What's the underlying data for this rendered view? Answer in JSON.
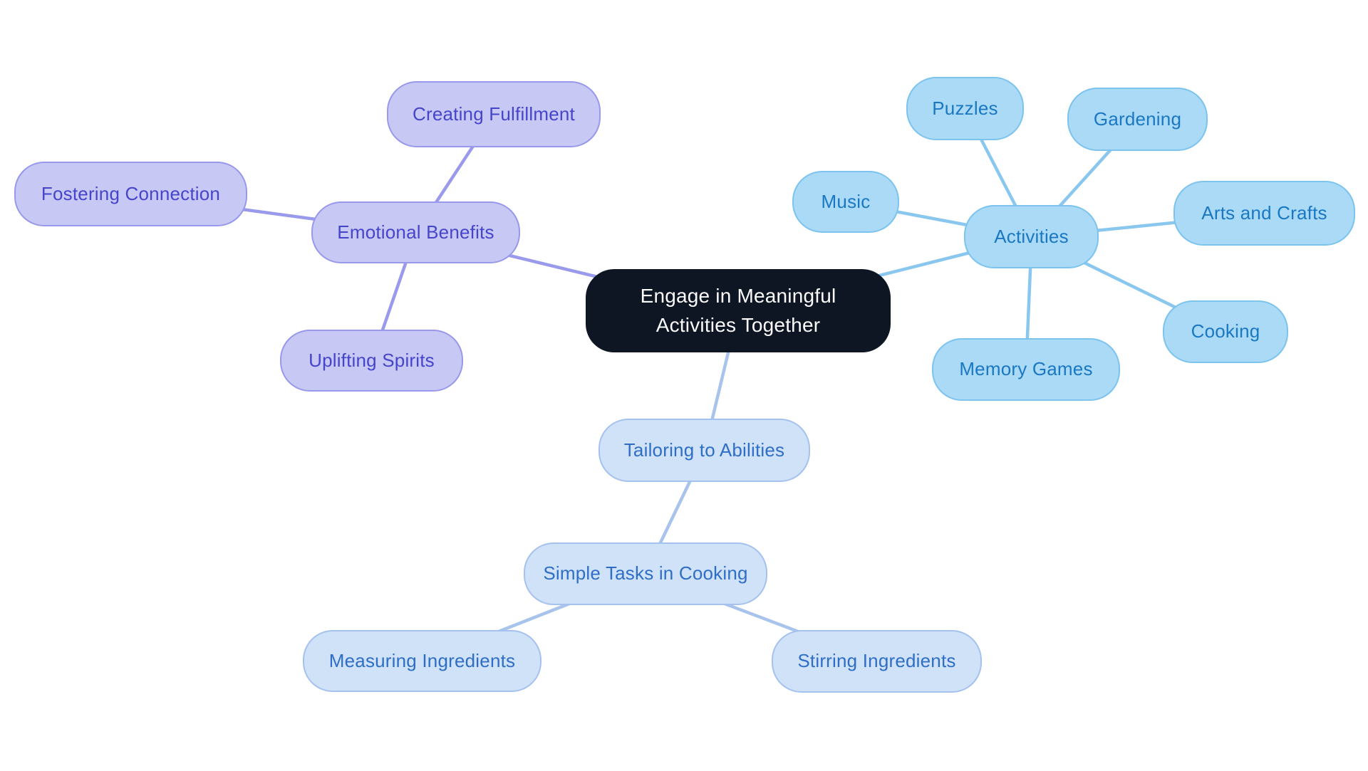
{
  "mindmap": {
    "central": {
      "label": "Engage in Meaningful Activities Together"
    },
    "branches": {
      "emotional_benefits": {
        "label": "Emotional Benefits",
        "children": {
          "creating_fulfillment": {
            "label": "Creating Fulfillment"
          },
          "fostering_connection": {
            "label": "Fostering Connection"
          },
          "uplifting_spirits": {
            "label": "Uplifting Spirits"
          }
        }
      },
      "activities": {
        "label": "Activities",
        "children": {
          "puzzles": {
            "label": "Puzzles"
          },
          "gardening": {
            "label": "Gardening"
          },
          "music": {
            "label": "Music"
          },
          "arts_and_crafts": {
            "label": "Arts and Crafts"
          },
          "cooking": {
            "label": "Cooking"
          },
          "memory_games": {
            "label": "Memory Games"
          }
        }
      },
      "tailoring_to_abilities": {
        "label": "Tailoring to Abilities",
        "children": {
          "simple_tasks_in_cooking": {
            "label": "Simple Tasks in Cooking",
            "children": {
              "measuring_ingredients": {
                "label": "Measuring Ingredients"
              },
              "stirring_ingredients": {
                "label": "Stirring Ingredients"
              }
            }
          }
        }
      }
    },
    "colors": {
      "central_bg": "#0e1523",
      "central_text": "#fbfbfb",
      "purple_fill": "#c8c8f5",
      "purple_border": "#9898ec",
      "purple_text": "#4545cc",
      "edge_purple": "#9a9aec",
      "blue_fill": "#abdaf7",
      "blue_border": "#7cc3ee",
      "blue_text": "#1a78c2",
      "edge_blue": "#89c7ef",
      "lightblue_fill": "#d0e2f8",
      "lightblue_border": "#a5c1ee",
      "lightblue_text": "#2e6ec6",
      "edge_lightblue": "#a8c4ec"
    }
  }
}
